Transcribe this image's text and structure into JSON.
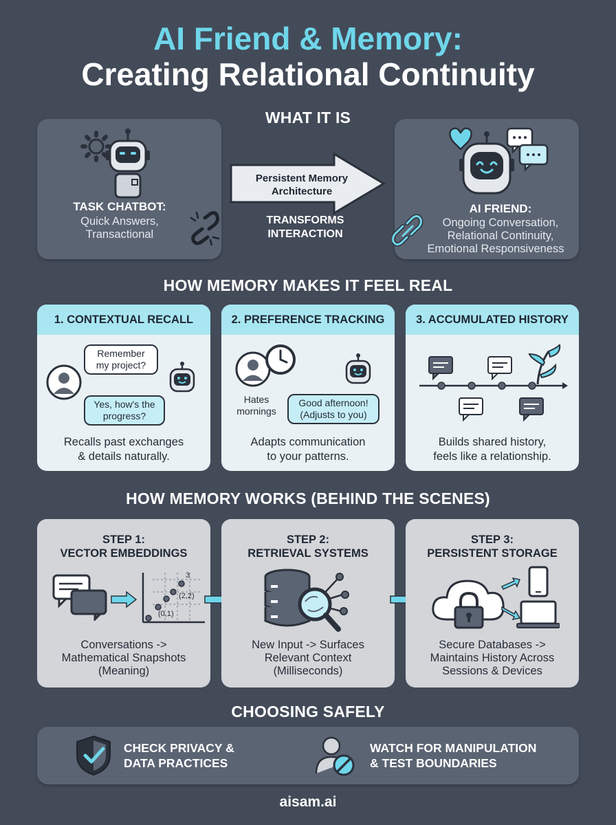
{
  "header": {
    "title_line1": "AI Friend & Memory:",
    "title_line2": "Creating Relational Continuity"
  },
  "what_it_is": {
    "heading": "WHAT IT IS",
    "task_chatbot": {
      "title": "TASK CHATBOT:",
      "line1": "Quick Answers,",
      "line2": "Transactional"
    },
    "arrow": {
      "line1": "Persistent Memory",
      "line2": "Architecture",
      "caption_line1": "TRANSFORMS",
      "caption_line2": "INTERACTION"
    },
    "ai_friend": {
      "title": "AI FRIEND:",
      "line1": "Ongoing Conversation,",
      "line2": "Relational Continuity,",
      "line3": "Emotional Responsiveness"
    }
  },
  "memory_real": {
    "heading": "HOW MEMORY MAKES IT FEEL REAL",
    "cards": [
      {
        "title": "1. CONTEXTUAL RECALL",
        "bubble_user_line1": "Remember",
        "bubble_user_line2": "my project?",
        "bubble_bot_line1": "Yes, how's the",
        "bubble_bot_line2": "progress?",
        "desc_line1": "Recalls past exchanges",
        "desc_line2": "& details naturally."
      },
      {
        "title": "2. PREFERENCE TRACKING",
        "note_line1": "Hates",
        "note_line2": "mornings",
        "bubble_bot_line1": "Good afternoon!",
        "bubble_bot_line2": "(Adjusts to you)",
        "desc_line1": "Adapts communication",
        "desc_line2": "to your patterns."
      },
      {
        "title": "3. ACCUMULATED HISTORY",
        "desc_line1": "Builds shared history,",
        "desc_line2": "feels like a relationship."
      }
    ]
  },
  "memory_works": {
    "heading": "HOW MEMORY WORKS (BEHIND THE SCENES)",
    "steps": [
      {
        "title_line1": "STEP 1:",
        "title_line2": "VECTOR EMBEDDINGS",
        "point_a": "(0,1)",
        "point_b": "(2,2)",
        "point_c": "3",
        "desc_line1": "Conversations ->",
        "desc_line2": "Mathematical Snapshots",
        "desc_line3": "(Meaning)"
      },
      {
        "title_line1": "STEP 2:",
        "title_line2": "RETRIEVAL SYSTEMS",
        "desc_line1": "New Input -> Surfaces",
        "desc_line2": "Relevant Context",
        "desc_line3": "(Milliseconds)"
      },
      {
        "title_line1": "STEP 3:",
        "title_line2": "PERSISTENT STORAGE",
        "desc_line1": "Secure Databases ->",
        "desc_line2": "Maintains History Across",
        "desc_line3": "Sessions & Devices"
      }
    ]
  },
  "choosing": {
    "heading": "CHOOSING SAFELY",
    "item1_line1": "CHECK PRIVACY &",
    "item1_line2": "DATA PRACTICES",
    "item2_line1": "WATCH FOR MANIPULATION",
    "item2_line2": "& TEST BOUNDARIES"
  },
  "footer": {
    "site": "aisam.ai"
  },
  "colors": {
    "background": "#434b59",
    "accent_cyan": "#6fd6ea",
    "card_header": "#a8e6f1"
  }
}
